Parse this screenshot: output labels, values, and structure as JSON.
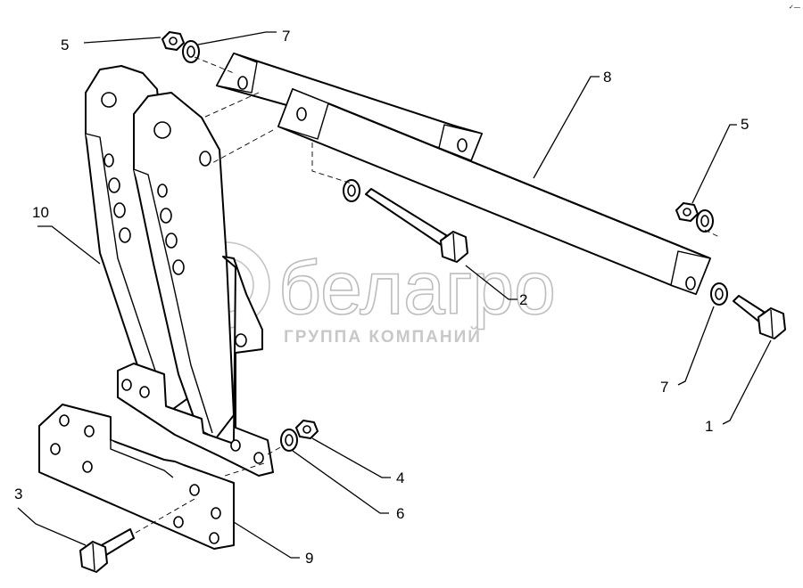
{
  "watermark": {
    "brand": "белагро",
    "subtitle": "ГРУППА КОМПАНИЙ"
  },
  "corner_mark": "✓—",
  "callouts": {
    "c1": "1",
    "c2": "2",
    "c3": "3",
    "c4": "4",
    "c5_left": "5",
    "c5_right": "5",
    "c6": "6",
    "c7_top": "7",
    "c7_right": "7",
    "c8": "8",
    "c9": "9",
    "c10": "10"
  },
  "colors": {
    "line": "#000000",
    "watermark": "#bdbdbd",
    "background": "#ffffff"
  }
}
